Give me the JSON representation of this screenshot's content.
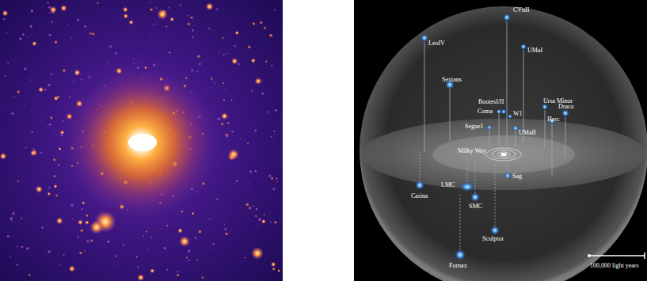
{
  "diagram": {
    "labels": [
      "LeoIV",
      "CVnII",
      "UMaI",
      "Sextans",
      "BootesI/II",
      "Coma",
      "W1",
      "Ursa Minor",
      "Draco",
      "Herc",
      "Segue1",
      "UMaII",
      "Milky Way",
      "Sag",
      "Carina",
      "LMC",
      "SMC",
      "Sculptor",
      "Fornax",
      "100,000 light years"
    ]
  }
}
